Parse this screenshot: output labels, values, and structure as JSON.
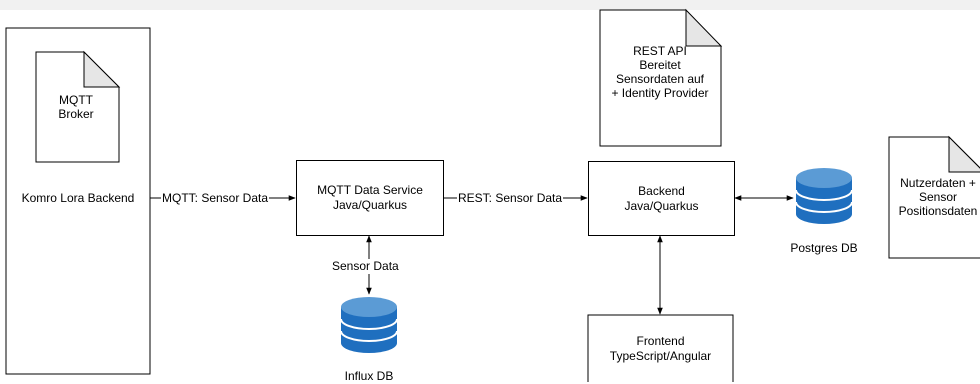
{
  "komro": {
    "label": "Komro Lora Backend"
  },
  "mqtt_broker_note": {
    "line1": "MQTT",
    "line2": "Broker"
  },
  "mqtt_edge": {
    "label": "MQTT: Sensor Data"
  },
  "mqtt_service": {
    "line1": "MQTT Data Service",
    "line2": "Java/Quarkus"
  },
  "rest_edge": {
    "label": "REST: Sensor Data"
  },
  "backend": {
    "line1": "Backend",
    "line2": "Java/Quarkus"
  },
  "rest_api_note": {
    "line1": "REST API",
    "line2": "Bereitet",
    "line3": "Sensordaten auf",
    "line4": "+ Identity Provider"
  },
  "postgres": {
    "label": "Postgres DB"
  },
  "user_data_note": {
    "line1": "Nutzerdaten +",
    "line2": "Sensor",
    "line3": "Positionsdaten"
  },
  "sensor_edge": {
    "label": "Sensor Data"
  },
  "influx": {
    "label": "Influx DB"
  },
  "frontend": {
    "line1": "Frontend",
    "line2": "TypeScript/Angular"
  },
  "colors": {
    "db_top": "#5b9bd5",
    "db_body": "#1f6fbf",
    "db_dark": "#0f4f91",
    "stroke": "#000000",
    "note_fold": "#e6e6e6"
  },
  "icons": {
    "postgres": "database-cylinder-icon",
    "influx": "database-cylinder-icon"
  }
}
